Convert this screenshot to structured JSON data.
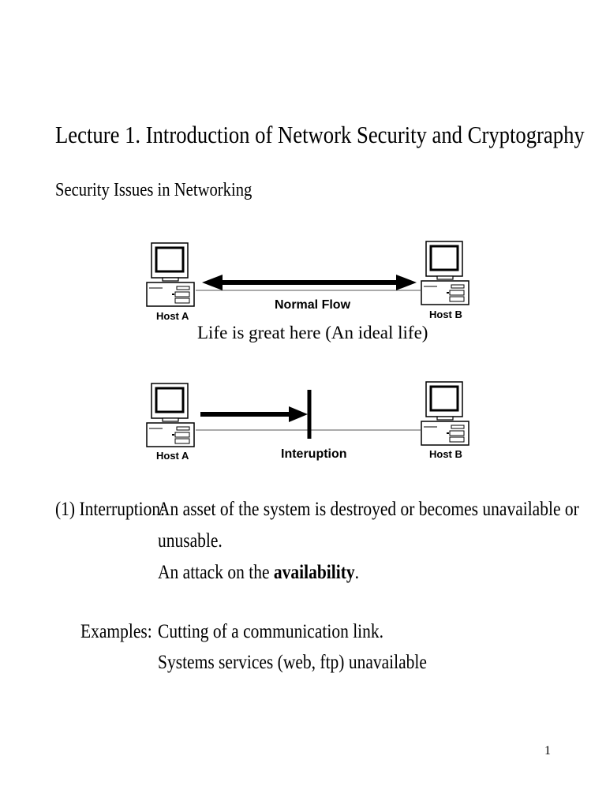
{
  "title": "Lecture 1. Introduction of Network Security and Cryptography",
  "subtitle": "Security Issues in Networking",
  "diagram_normal": {
    "host_a": "Host A",
    "host_b": "Host B",
    "flow_label": "Normal Flow",
    "caption": "Life is great here (An ideal life)"
  },
  "diagram_interruption": {
    "host_a": "Host A",
    "host_b": "Host B",
    "flow_label": "Interuption"
  },
  "interruption": {
    "label": "(1) Interruption:",
    "line1": "An asset of the system is destroyed or becomes unavailable or",
    "line2": "unusable.",
    "line3_prefix": "An attack on the ",
    "line3_bold": "availability",
    "line3_suffix": "."
  },
  "examples": {
    "label": "Examples:",
    "item1": "Cutting of a communication link.",
    "item2": "Systems services (web, ftp) unavailable"
  },
  "page_number": "1"
}
